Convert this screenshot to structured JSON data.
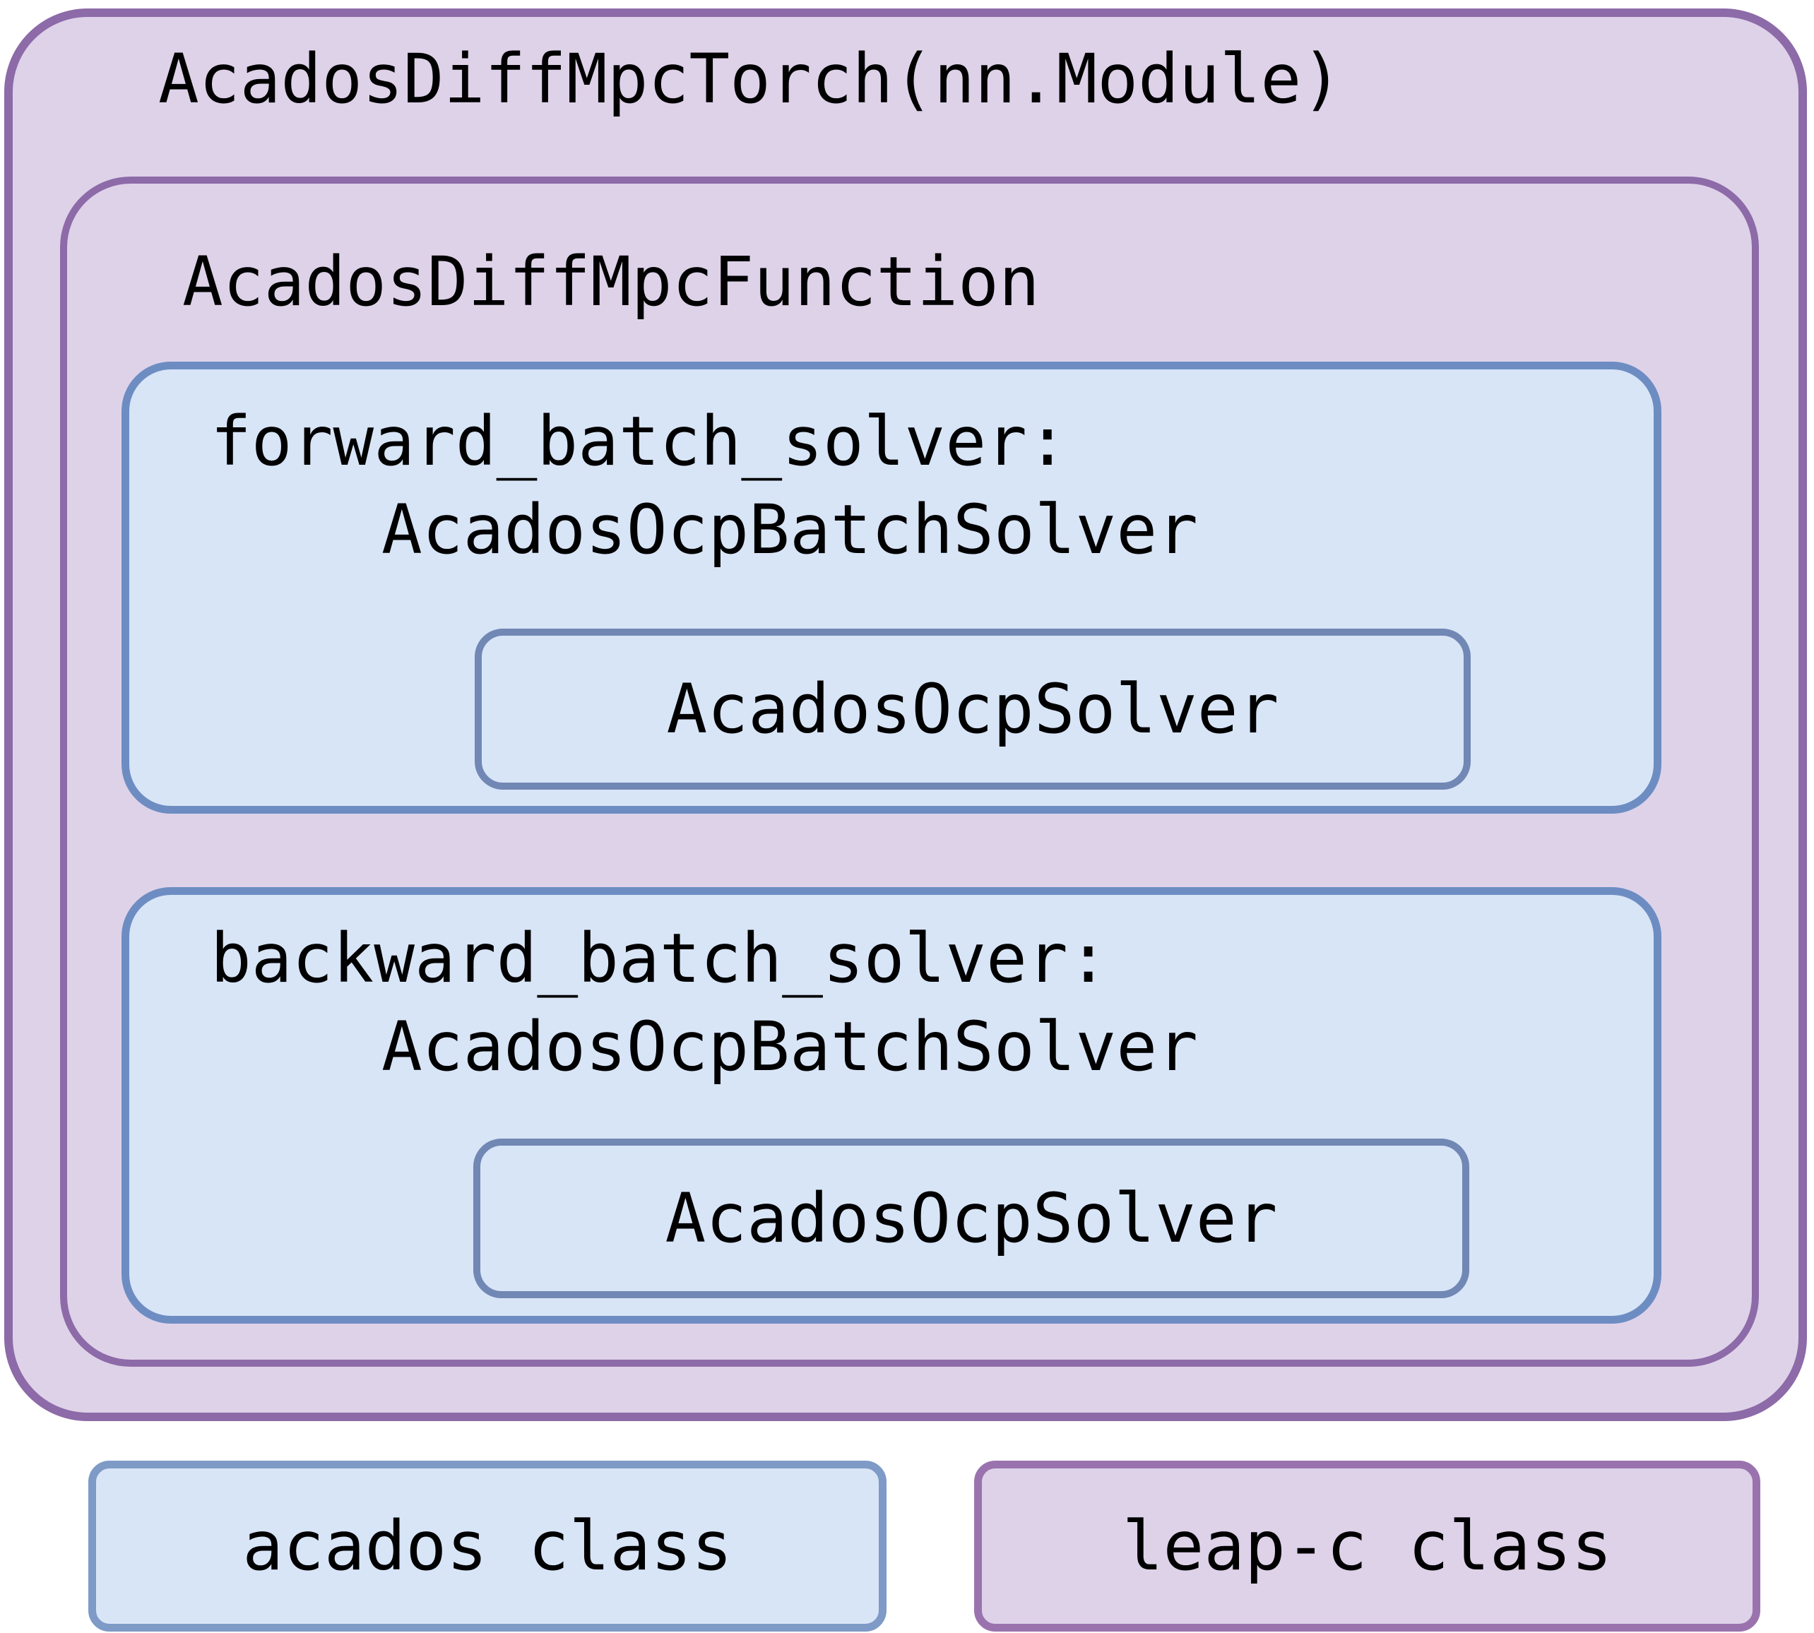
{
  "diagram": {
    "outer_box": {
      "title": "AcadosDiffMpcTorch(nn.Module)"
    },
    "function_box": {
      "title": "AcadosDiffMpcFunction"
    },
    "forward_box": {
      "line1": "forward_batch_solver:",
      "line2": "AcadosOcpBatchSolver",
      "inner_label": "AcadosOcpSolver"
    },
    "backward_box": {
      "line1": "backward_batch_solver:",
      "line2": "AcadosOcpBatchSolver",
      "inner_label": "AcadosOcpSolver"
    },
    "legend": {
      "acados_label": "acados class",
      "leapc_label": "leap-c class"
    },
    "colors": {
      "leapc_fill": "#ded2e9",
      "leapc_border": "#8d6aa8",
      "leapc_legend_border": "#9a73ae",
      "acados_fill": "#d8e5f7",
      "acados_border": "#6d8dc2",
      "acados_inner_border": "#7187b4",
      "acados_legend_border": "#7e9ac6",
      "text": "#000000",
      "background": "#ffffff"
    }
  }
}
